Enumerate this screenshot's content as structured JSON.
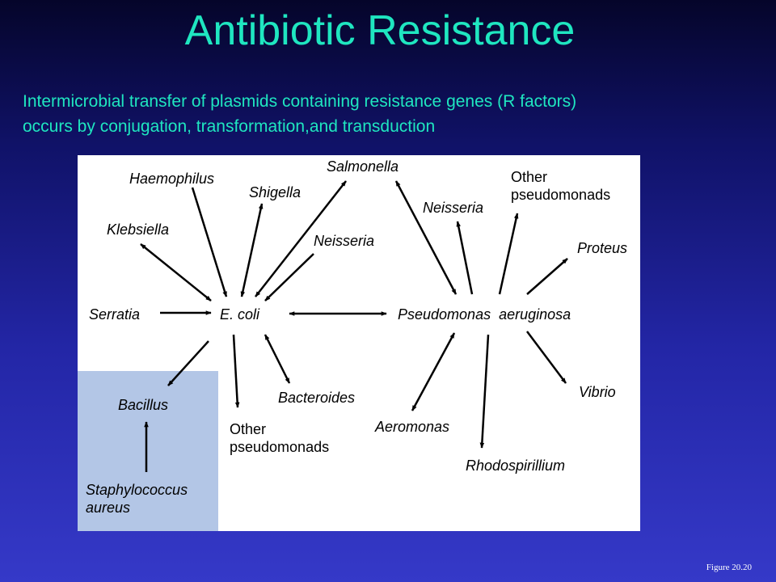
{
  "slide": {
    "title": "Antibiotic Resistance",
    "subtitle_line1": "Intermicrobial transfer of plasmids containing resistance genes (R factors)",
    "subtitle_line2": "occurs by conjugation, transformation,and transduction",
    "figure_ref": "Figure 20.20"
  },
  "diagram": {
    "nodes": {
      "haemophilus": "Haemophilus",
      "shigella": "Shigella",
      "salmonella": "Salmonella",
      "neisseria_right": "Neisseria",
      "other_pseudomonads_right_line1": "Other",
      "other_pseudomonads_right_line2": "pseudomonads",
      "klebsiella": "Klebsiella",
      "neisseria_left": "Neisseria",
      "proteus": "Proteus",
      "serratia": "Serratia",
      "e_coli": "E. coli",
      "pseudomonas_aeruginosa": "Pseudomonas  aeruginosa",
      "bacteroides": "Bacteroides",
      "vibrio": "Vibrio",
      "bacillus": "Bacillus",
      "other_pseudomonads_left_line1": "Other",
      "other_pseudomonads_left_line2": "pseudomonads",
      "aeromonas": "Aeromonas",
      "rhodospirillium": "Rhodospirillium",
      "staphylococcus_line1": "Staphylococcus",
      "staphylococcus_line2": "aureus"
    },
    "colors": {
      "shaded_box": "#b3c6e6",
      "arrow": "#000000",
      "title_text": "#1fe6c0"
    }
  }
}
